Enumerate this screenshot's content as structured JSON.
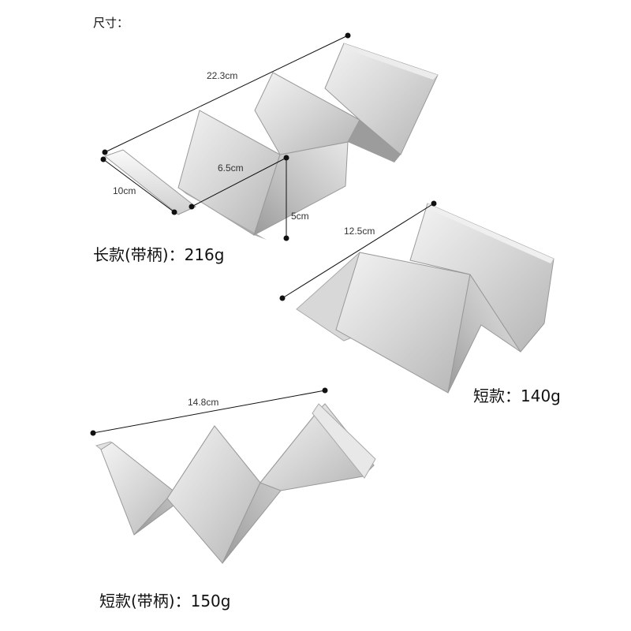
{
  "heading": "尺寸：",
  "long_rack": {
    "length_label": "22.3cm",
    "gap_label": "6.5cm",
    "width_label": "10cm",
    "height_label": "5cm",
    "weight_label": "长款(带柄)：216g"
  },
  "short_rack": {
    "length_label": "12.5cm",
    "weight_label": "短款：140g"
  },
  "short_handle_rack": {
    "length_label": "14.8cm",
    "weight_label": "短款(带柄)：150g"
  },
  "colors": {
    "steel_light": "#e8e8e8",
    "steel_mid": "#c8c8c8",
    "steel_dark": "#8f8f8f",
    "line": "#111111"
  }
}
